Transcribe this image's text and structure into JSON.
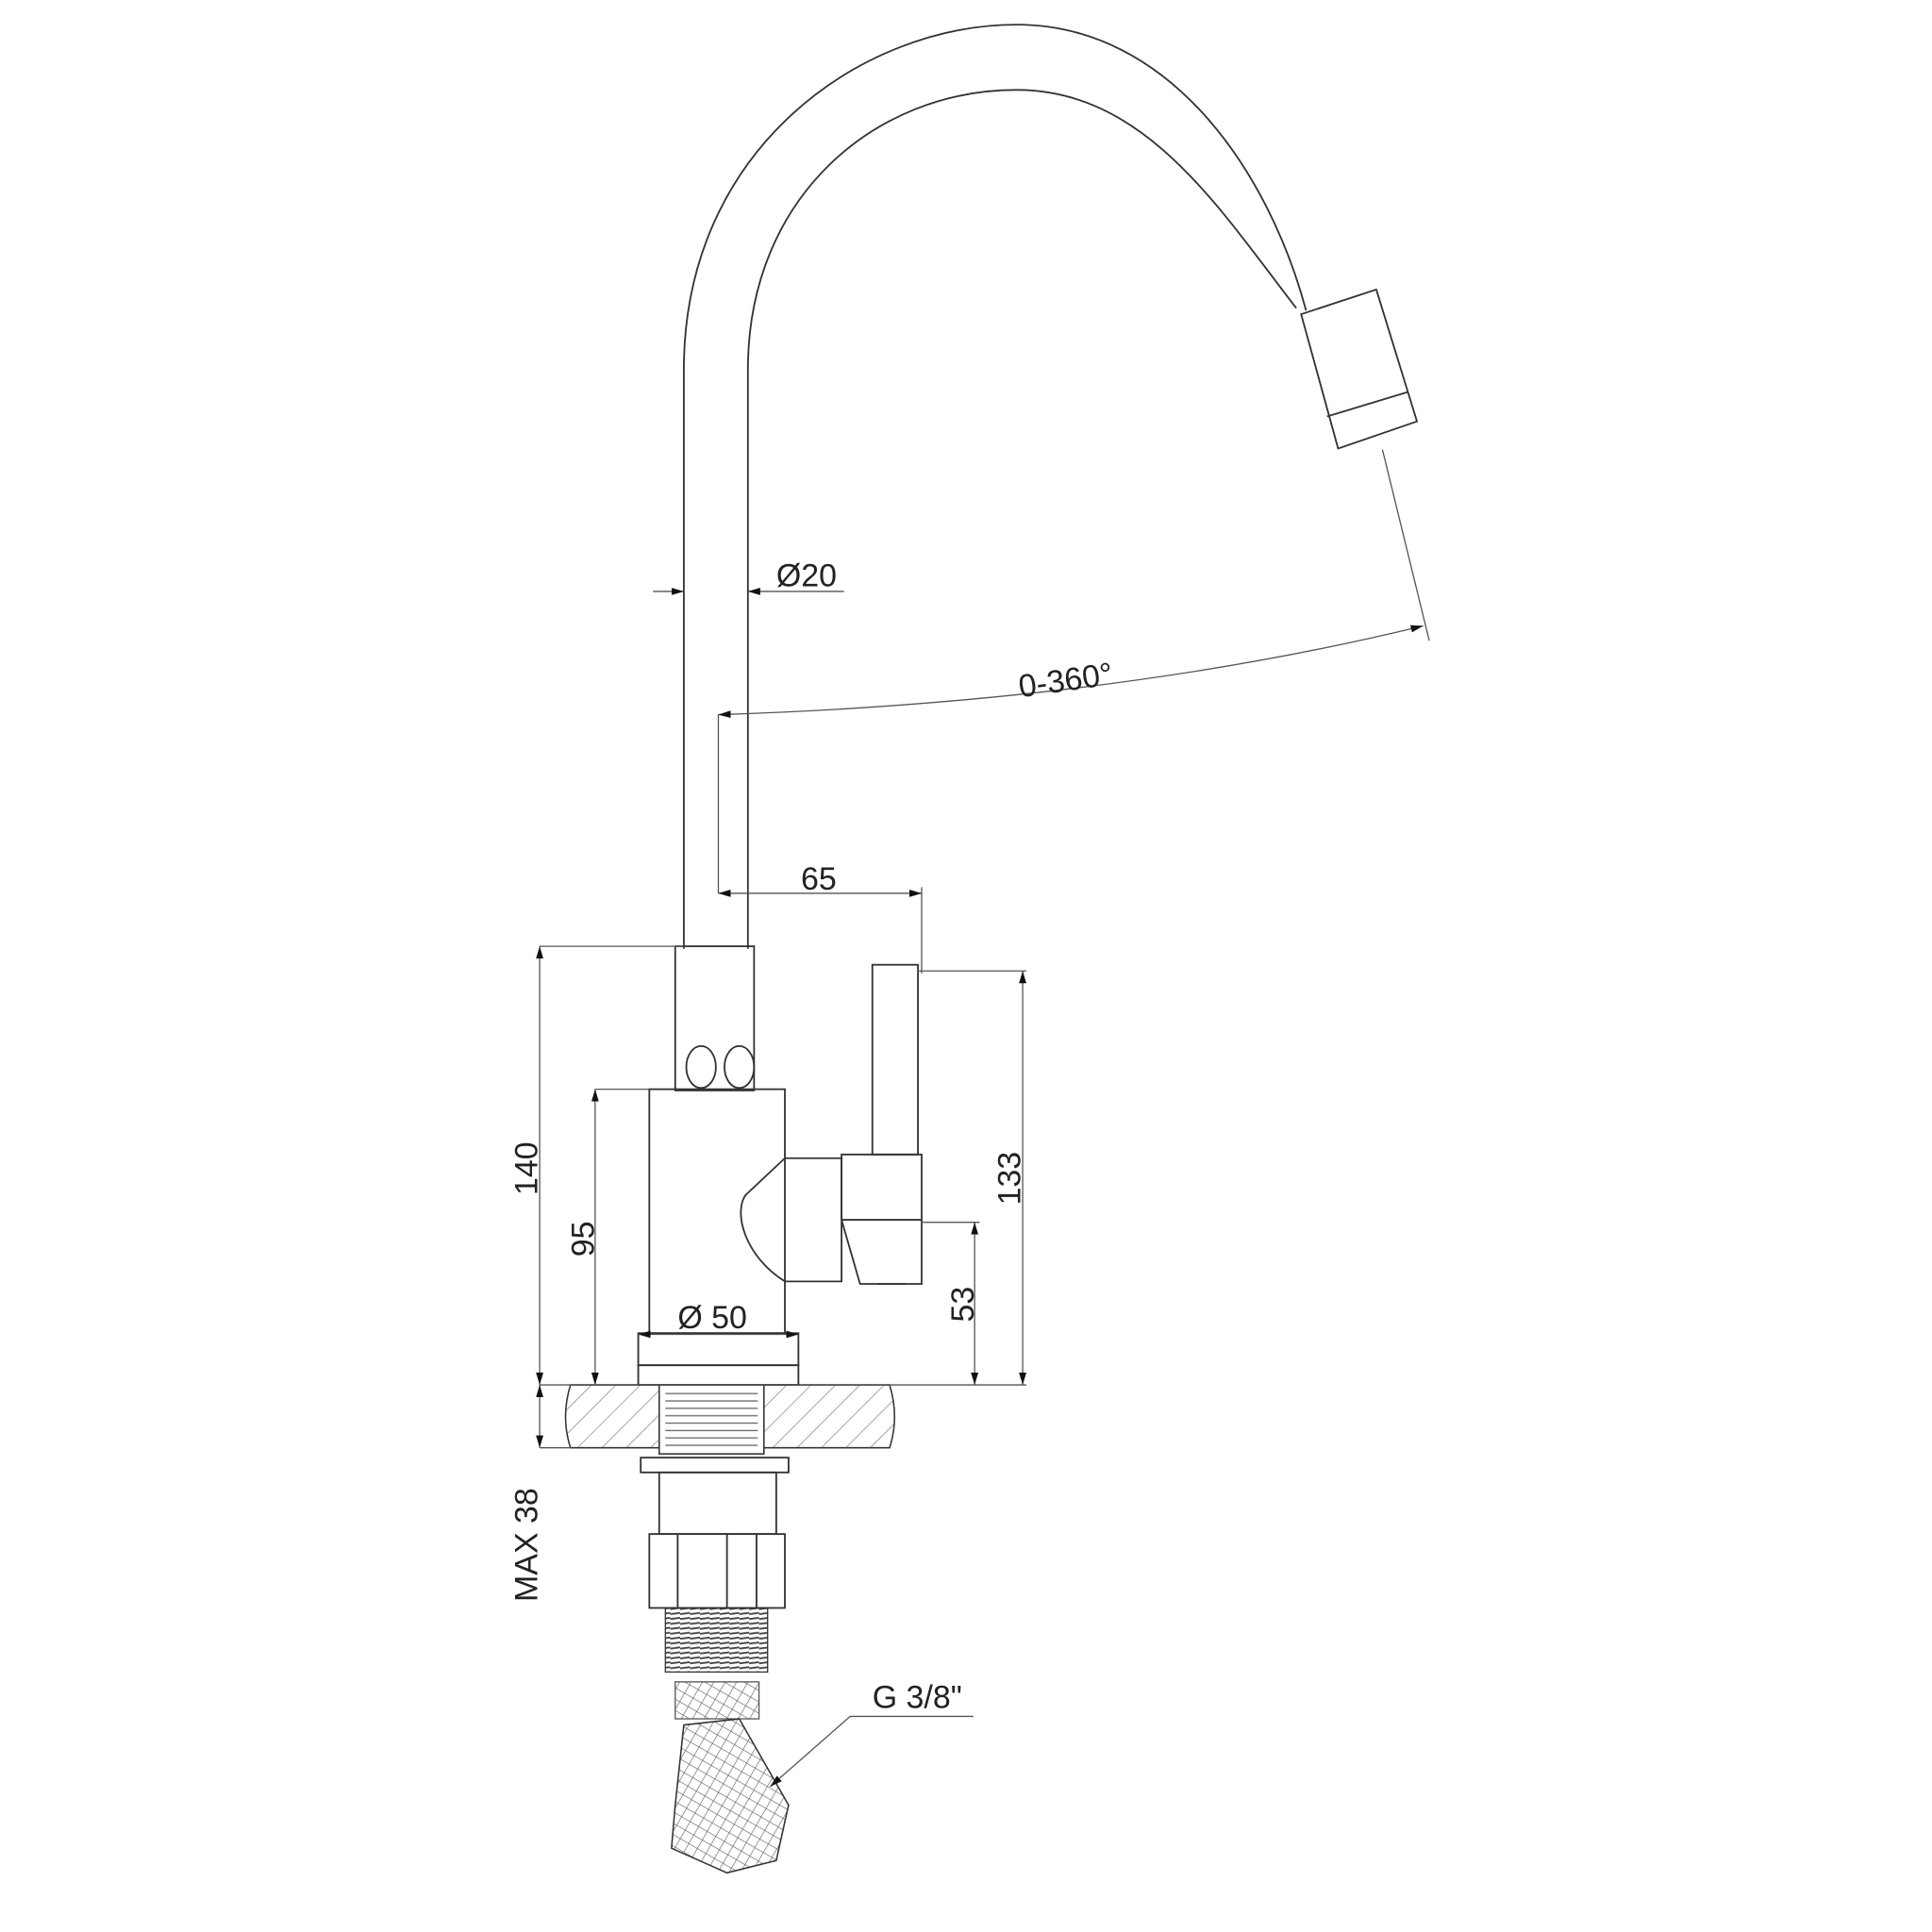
{
  "dimensions": {
    "spout_diameter": "Ø20",
    "rotation": "0-360°",
    "spout_reach": "65",
    "total_height": "140",
    "body_height": "95",
    "handle_height": "133",
    "handle_base_height": "53",
    "base_diameter": "Ø 50",
    "max_counter_thickness": "MAX 38",
    "connection_thread": "G 3/8\""
  },
  "colors": {
    "line": "#333333",
    "background": "#ffffff"
  }
}
